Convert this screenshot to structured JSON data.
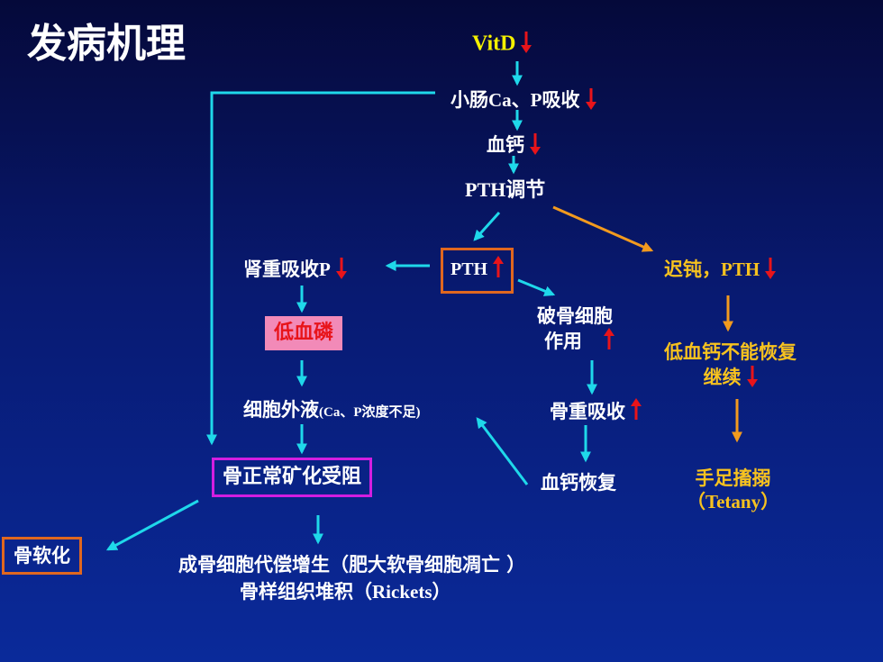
{
  "title": "发病机理",
  "colors": {
    "cyan_arrow": "#1fd8ea",
    "orange_arrow": "#f29a1e",
    "red_arrow": "#e8141a",
    "text_yellow": "#f7c21f",
    "vitd_yellow": "#f4f000",
    "box_orange": "#e0671f",
    "box_magenta": "#d21ee0",
    "highlight_pink": "#f28ab8",
    "highlight_text": "#e8141a"
  },
  "nodes": {
    "vitd": "VitD",
    "intestine_a": "小肠",
    "intestine_b": "Ca、P",
    "intestine_c": "吸收",
    "blood_ca": "血钙",
    "pth_reg_a": "PTH",
    "pth_reg_b": "调节",
    "pth": "PTH",
    "renal_a": "肾重吸收",
    "renal_b": "P",
    "osteoclast_l1": "破骨细胞",
    "osteoclast_l2": "作用",
    "delayed_a": "迟钝，",
    "delayed_b": "PTH",
    "hypophos": "低血磷",
    "ca_not_l1": "低血钙不能恢复",
    "ca_not_l2": "继续",
    "ecf_a": "细胞外液",
    "ecf_b": "(Ca、P浓度不足)",
    "bone_resorb": "骨重吸收",
    "mineral_block": "骨正常矿化受阻",
    "ca_restore": "血钙恢复",
    "tetany_l1": "手足搐搦",
    "tetany_l2a": "（",
    "tetany_l2b": "Tetany",
    "tetany_l2c": "）",
    "osteomalacia": "骨软化",
    "bottom_l1": "成骨细胞代偿增生（肥大软骨细胞凋亡 ）",
    "bottom_l2a": "骨样组织堆积（",
    "bottom_l2b": "Rickets",
    "bottom_l2c": "）"
  },
  "status_arrows": {
    "vitd": "down",
    "intestine": "down",
    "blood_ca": "down",
    "pth": "up",
    "renal": "down",
    "osteoclast": "up",
    "delayed": "down",
    "ca_not": "down",
    "bone_resorb": "up"
  }
}
